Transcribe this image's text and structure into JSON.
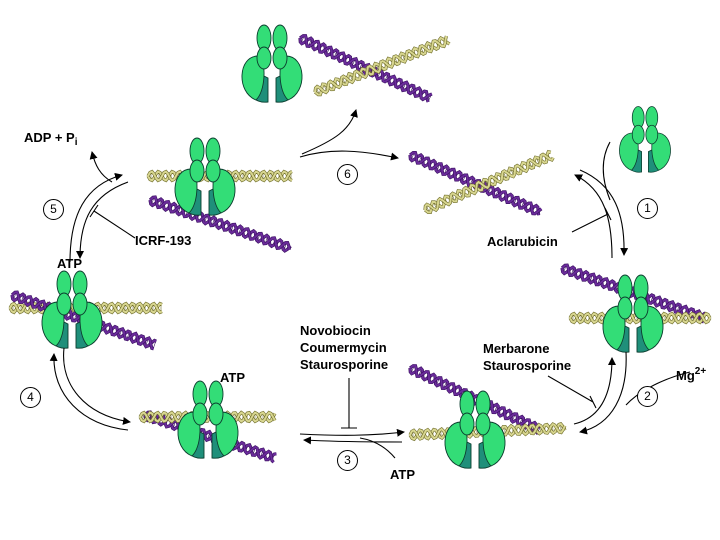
{
  "steps": [
    "1",
    "2",
    "3",
    "4",
    "5",
    "6"
  ],
  "labels": {
    "adp": "ADP + P",
    "adp_sub": "i",
    "icrf": "ICRF-193",
    "aclarubicin": "Aclarubicin",
    "atp_left": "ATP",
    "atp_bottom_left": "ATP",
    "atp_bottom": "ATP",
    "novobiocin": "Novobiocin",
    "coumermycin": "Coumermycin",
    "staurosporine_mid": "Staurosporine",
    "merbarone": "Merbarone",
    "staurosporine_right": "Staurosporine",
    "mg": "Mg",
    "mg_sup": "2+"
  },
  "colors": {
    "enzyme_light": "#33dd77",
    "enzyme_dark": "#1f8f7a",
    "dna_purple": "#6a2b9a",
    "dna_yellow": "#d8d690",
    "arrow": "#000000"
  }
}
